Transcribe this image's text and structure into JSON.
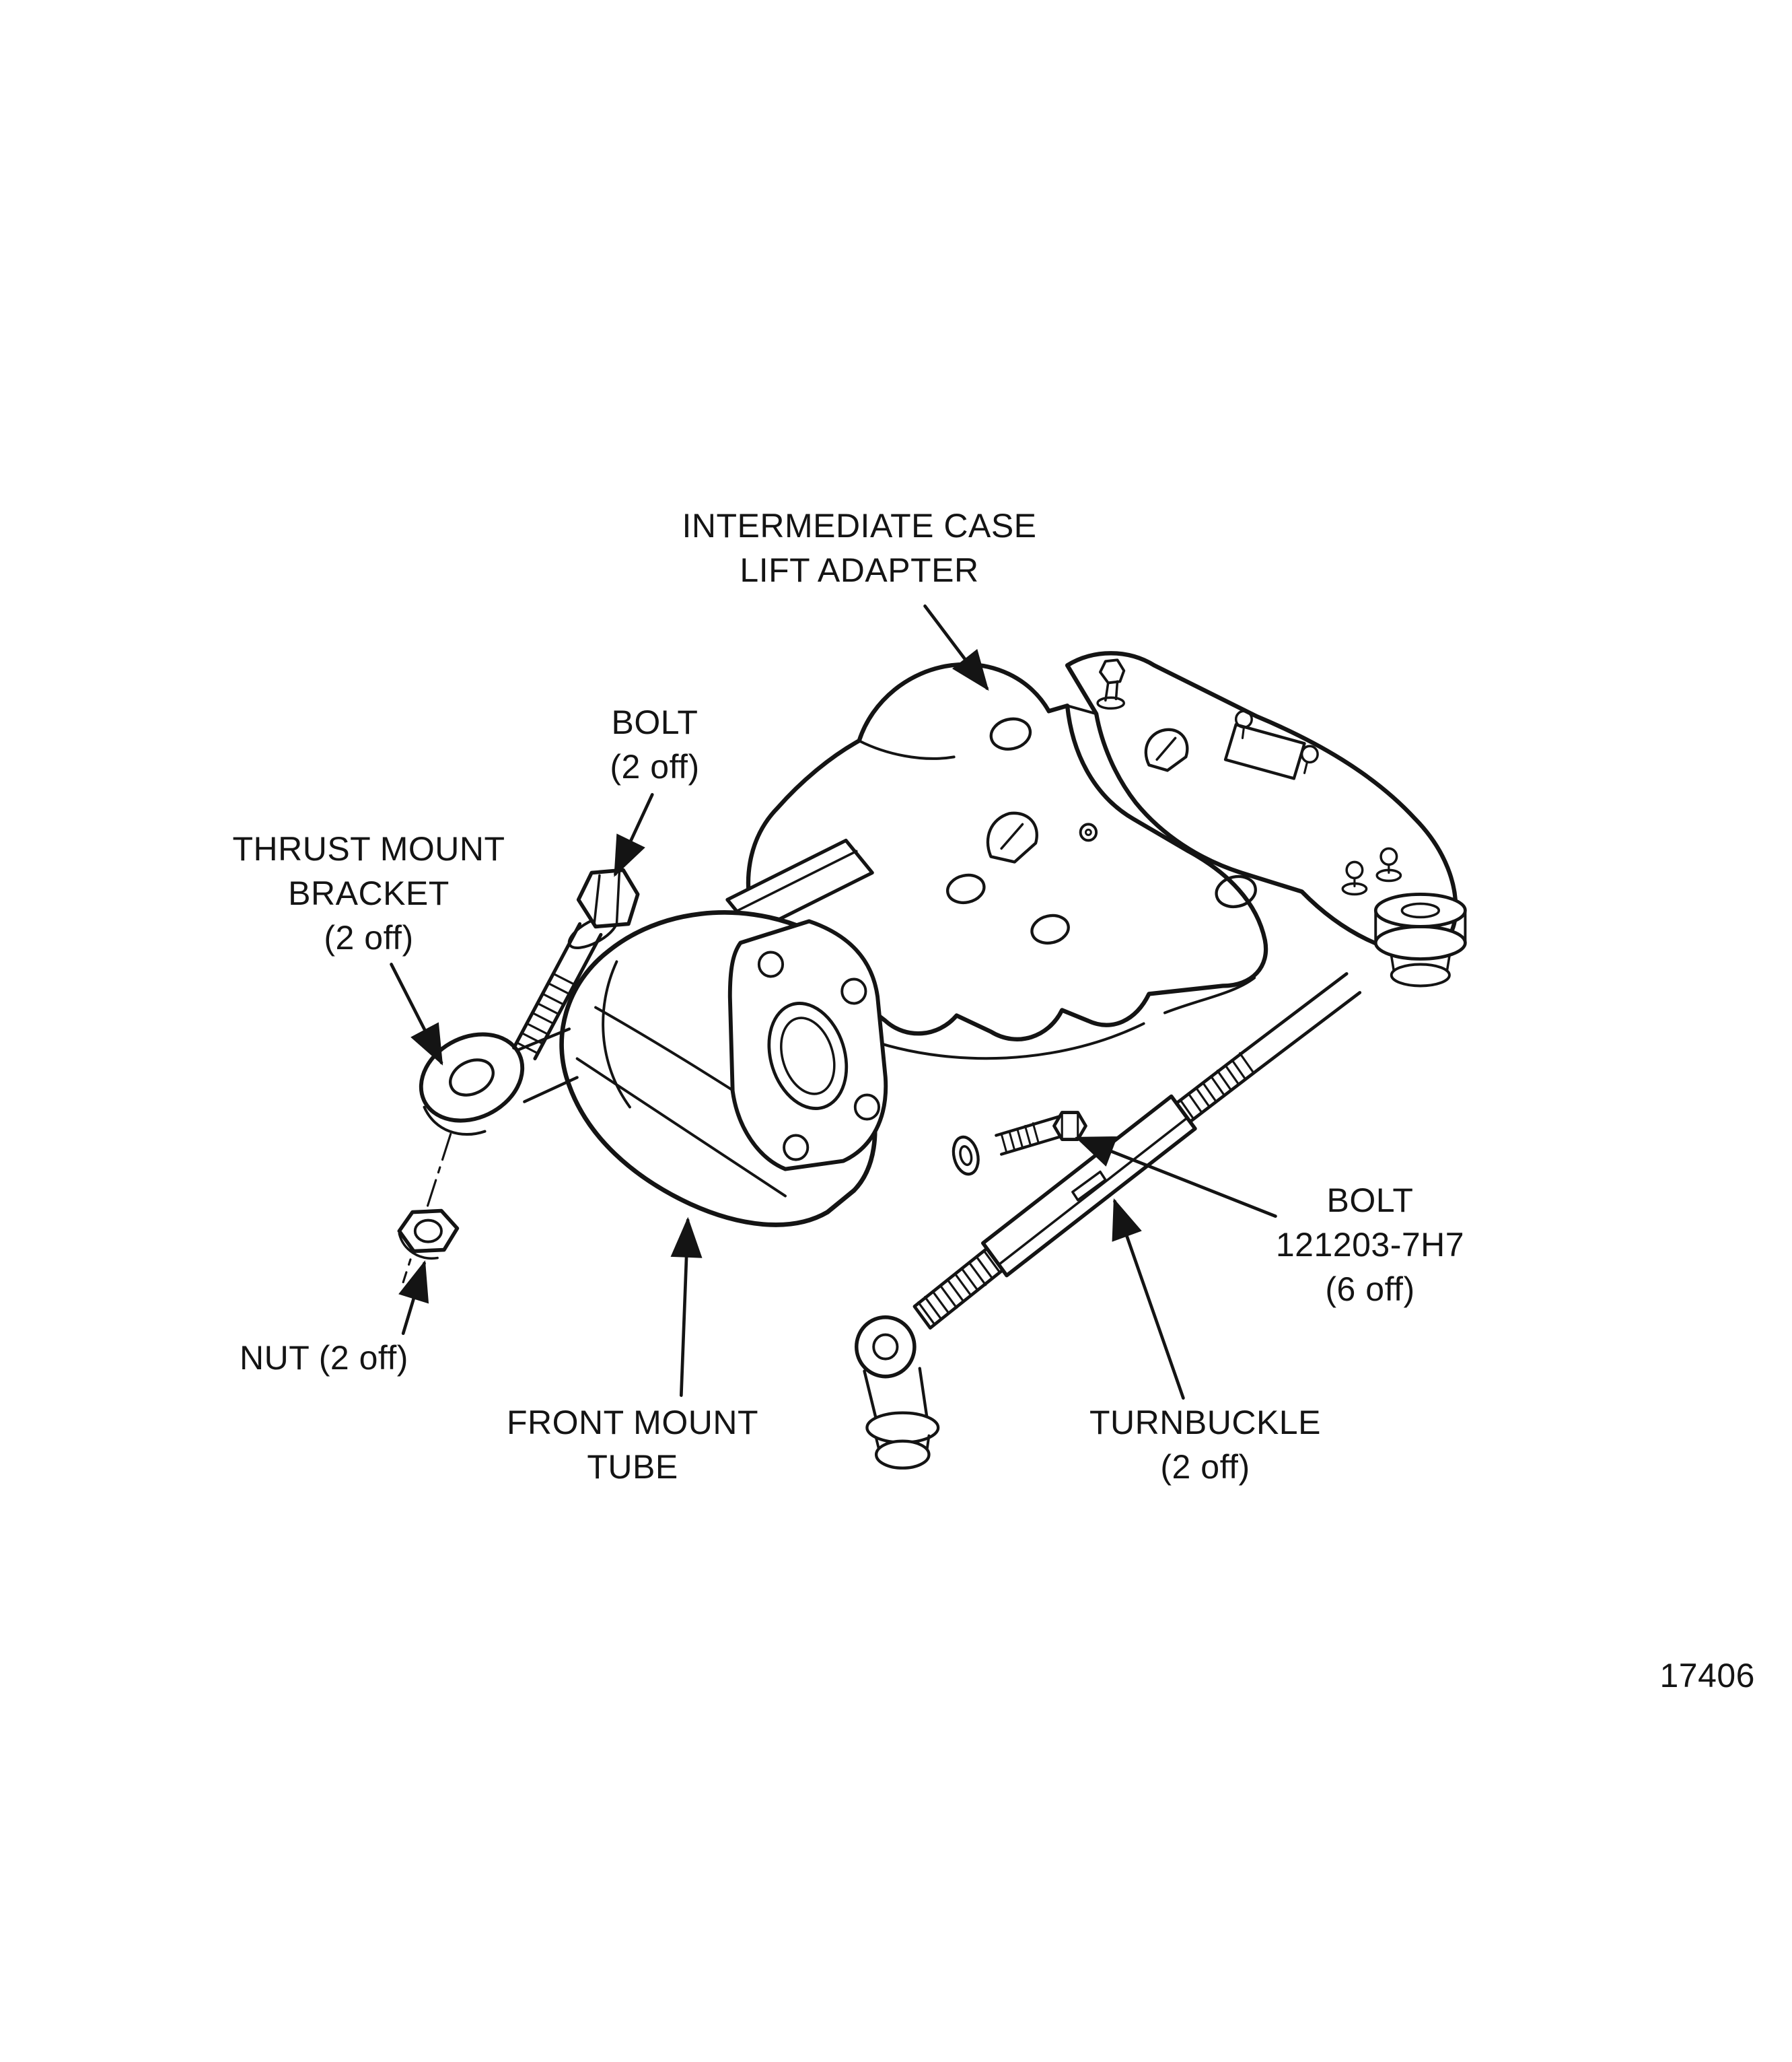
{
  "page": {
    "background": "#ffffff",
    "ink": "#141414",
    "description": "Exploded-view service manual line drawing of intermediate case lift adapter assembly"
  },
  "figure_number": "17406",
  "labels": {
    "intermediate_case_lift_adapter": {
      "line1": "INTERMEDIATE CASE",
      "line2": "LIFT ADAPTER"
    },
    "bolt_2_off": {
      "line1": "BOLT",
      "line2": "(2 off)"
    },
    "thrust_mount_bracket": {
      "line1": "THRUST MOUNT",
      "line2": "BRACKET",
      "line3": "(2 off)"
    },
    "nut_2_off": {
      "line1": "NUT (2 off)"
    },
    "front_mount_tube": {
      "line1": "FRONT MOUNT",
      "line2": "TUBE"
    },
    "bolt_121203": {
      "line1": "BOLT",
      "line2": "121203-7H7",
      "line3": "(6 off)"
    },
    "turnbuckle_2_off": {
      "line1": "TURNBUCKLE",
      "line2": "(2 off)"
    }
  }
}
